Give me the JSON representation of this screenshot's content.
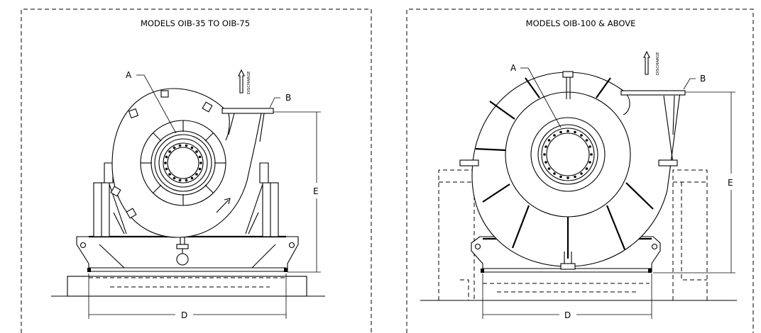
{
  "left_panel": {
    "title": "MODELS OIB-35 TO OIB-75",
    "label_a": "A",
    "label_b": "B",
    "label_d": "D",
    "label_e": "E",
    "discharge": "DISCHARGE"
  },
  "right_panel": {
    "title": "MODELS OIB-100 & ABOVE",
    "label_a": "A",
    "label_b": "B",
    "label_d": "D",
    "label_e": "E",
    "discharge": "DISCHARGE"
  }
}
